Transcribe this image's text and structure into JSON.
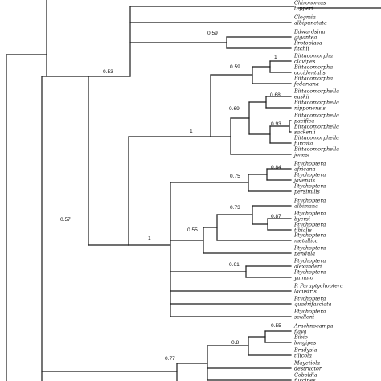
{
  "taxa": [
    {
      "id": "chironomus",
      "label": "Chironomus tepperi"
    },
    {
      "id": "clogmia",
      "label": "Clogmia albipunctata"
    },
    {
      "id": "edwardsina",
      "label": "Edwardsina gigantea"
    },
    {
      "id": "protoplasa",
      "label": "Protoplasa fitchii"
    },
    {
      "id": "b_clavipes",
      "label": "Bittacomorpha clavipes"
    },
    {
      "id": "b_occidentalis",
      "label": "Bittacomorpha occidentalis"
    },
    {
      "id": "b_federiana",
      "label": "Bittacomorpha federiana"
    },
    {
      "id": "bl_easkii",
      "label": "Bittacomorphella easkii"
    },
    {
      "id": "bl_nipponensis",
      "label": "Bittacomorphella nipponensis"
    },
    {
      "id": "bl_pacifica",
      "label": "Bittacomorphella pacifica"
    },
    {
      "id": "bl_sackenii",
      "label": "Bittacomorphella sackenii"
    },
    {
      "id": "bl_furcata",
      "label": "Bittacomorphella furcata"
    },
    {
      "id": "bl_jonesi",
      "label": "Bittacomorphella jonesi"
    },
    {
      "id": "p_africana",
      "label": "Ptychoptera africana"
    },
    {
      "id": "p_javensis",
      "label": "Ptychoptera javensis"
    },
    {
      "id": "p_persimilis",
      "label": "Ptychoptera persimilis"
    },
    {
      "id": "p_albimana",
      "label": "Ptychoptera albimana"
    },
    {
      "id": "p_byersi",
      "label": "Ptychoptera byersi"
    },
    {
      "id": "p_tibialis",
      "label": "Ptychoptera tibialis"
    },
    {
      "id": "p_metallica",
      "label": "Ptychoptera metallica"
    },
    {
      "id": "p_pendula",
      "label": "Ptychoptera pendula"
    },
    {
      "id": "p_alexanderi",
      "label": "Ptychoptera alexanderi"
    },
    {
      "id": "p_yamato",
      "label": "Ptychoptera yamato"
    },
    {
      "id": "paraptycho",
      "label": "P. Paraptychoptera lacustris"
    },
    {
      "id": "p_quadrifasciata",
      "label": "Ptychoptera quadrifasciata"
    },
    {
      "id": "p_sculleni",
      "label": "Ptychoptera sculleni"
    },
    {
      "id": "arachnocampa",
      "label": "Arachnocampa flava"
    },
    {
      "id": "bibio",
      "label": "Bibio longipes"
    },
    {
      "id": "bradysia",
      "label": "Bradysia tilicola"
    },
    {
      "id": "mayetiola",
      "label": "Mayetiola destructor"
    },
    {
      "id": "coboldia",
      "label": "Coboldia fuscipes"
    }
  ],
  "support_values": [
    {
      "id": "s_edw_pro",
      "value": "0.59"
    },
    {
      "id": "s_053",
      "value": "0.53"
    },
    {
      "id": "s_057",
      "value": "0.57"
    },
    {
      "id": "s_bitt_059",
      "value": "0.59"
    },
    {
      "id": "s_bitt_1",
      "value": "1"
    },
    {
      "id": "s_bitt_all",
      "value": "1"
    },
    {
      "id": "s_bl_069",
      "value": "0.69"
    },
    {
      "id": "s_bl_068",
      "value": "0.68"
    },
    {
      "id": "s_bl_093",
      "value": "0.93"
    },
    {
      "id": "s_ptych_075",
      "value": "0.75"
    },
    {
      "id": "s_ptych_084",
      "value": "0.84"
    },
    {
      "id": "s_ptych_055",
      "value": "0.55"
    },
    {
      "id": "s_ptych_073",
      "value": "0.73"
    },
    {
      "id": "s_ptych_087",
      "value": "0.87"
    },
    {
      "id": "s_ptych_061",
      "value": "0.61"
    },
    {
      "id": "s_ptych_1",
      "value": "1"
    },
    {
      "id": "s_out_077",
      "value": "0.77"
    },
    {
      "id": "s_out_08",
      "value": "0.8"
    },
    {
      "id": "s_out_055",
      "value": "0.55"
    }
  ]
}
